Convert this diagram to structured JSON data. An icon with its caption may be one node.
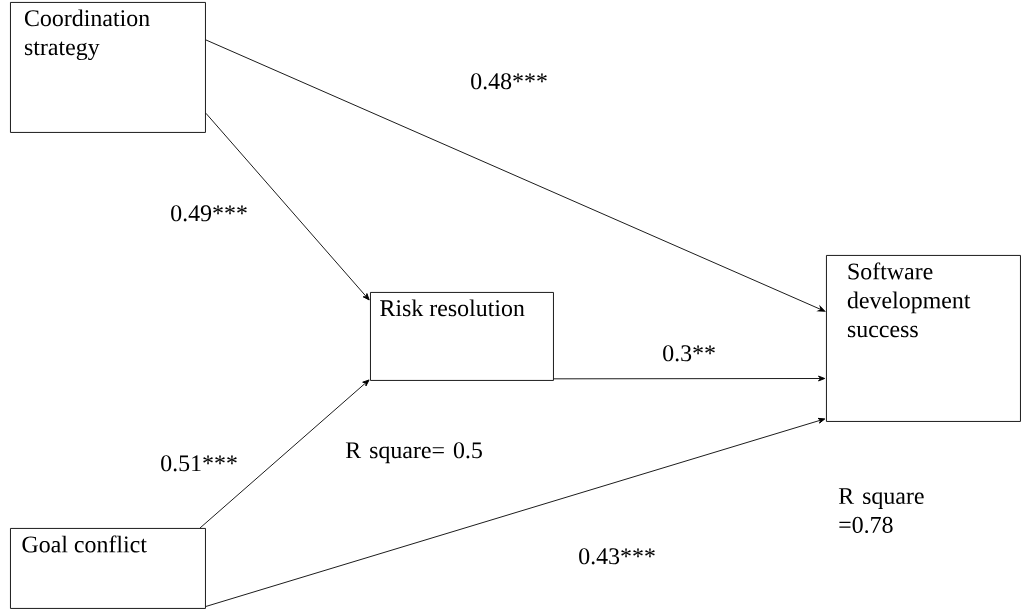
{
  "diagram": {
    "nodes": [
      {
        "text": [
          "Coordination strategy"
        ]
      },
      {
        "text": [
          "Risk resolution"
        ],
        "beside": [
          "R square= 0.5"
        ]
      },
      {
        "text": [
          "Software development success"
        ],
        "beside": [
          "R square =0.78"
        ]
      },
      {
        "text": [
          "Goal conflict"
        ]
      }
    ],
    "edges": [
      {
        "from": 0,
        "to": 2,
        "arrow": "to",
        "label": "0.48***"
      },
      {
        "from": 0,
        "to": 1,
        "arrow": "to",
        "label": "0.49***"
      },
      {
        "from": 1,
        "to": 2,
        "arrow": "to",
        "label": "0.3**"
      },
      {
        "from": 3,
        "to": 1,
        "arrow": "to",
        "label": "0.51***"
      },
      {
        "from": 3,
        "to": 2,
        "arrow": "to",
        "label": "0.43***"
      }
    ]
  }
}
